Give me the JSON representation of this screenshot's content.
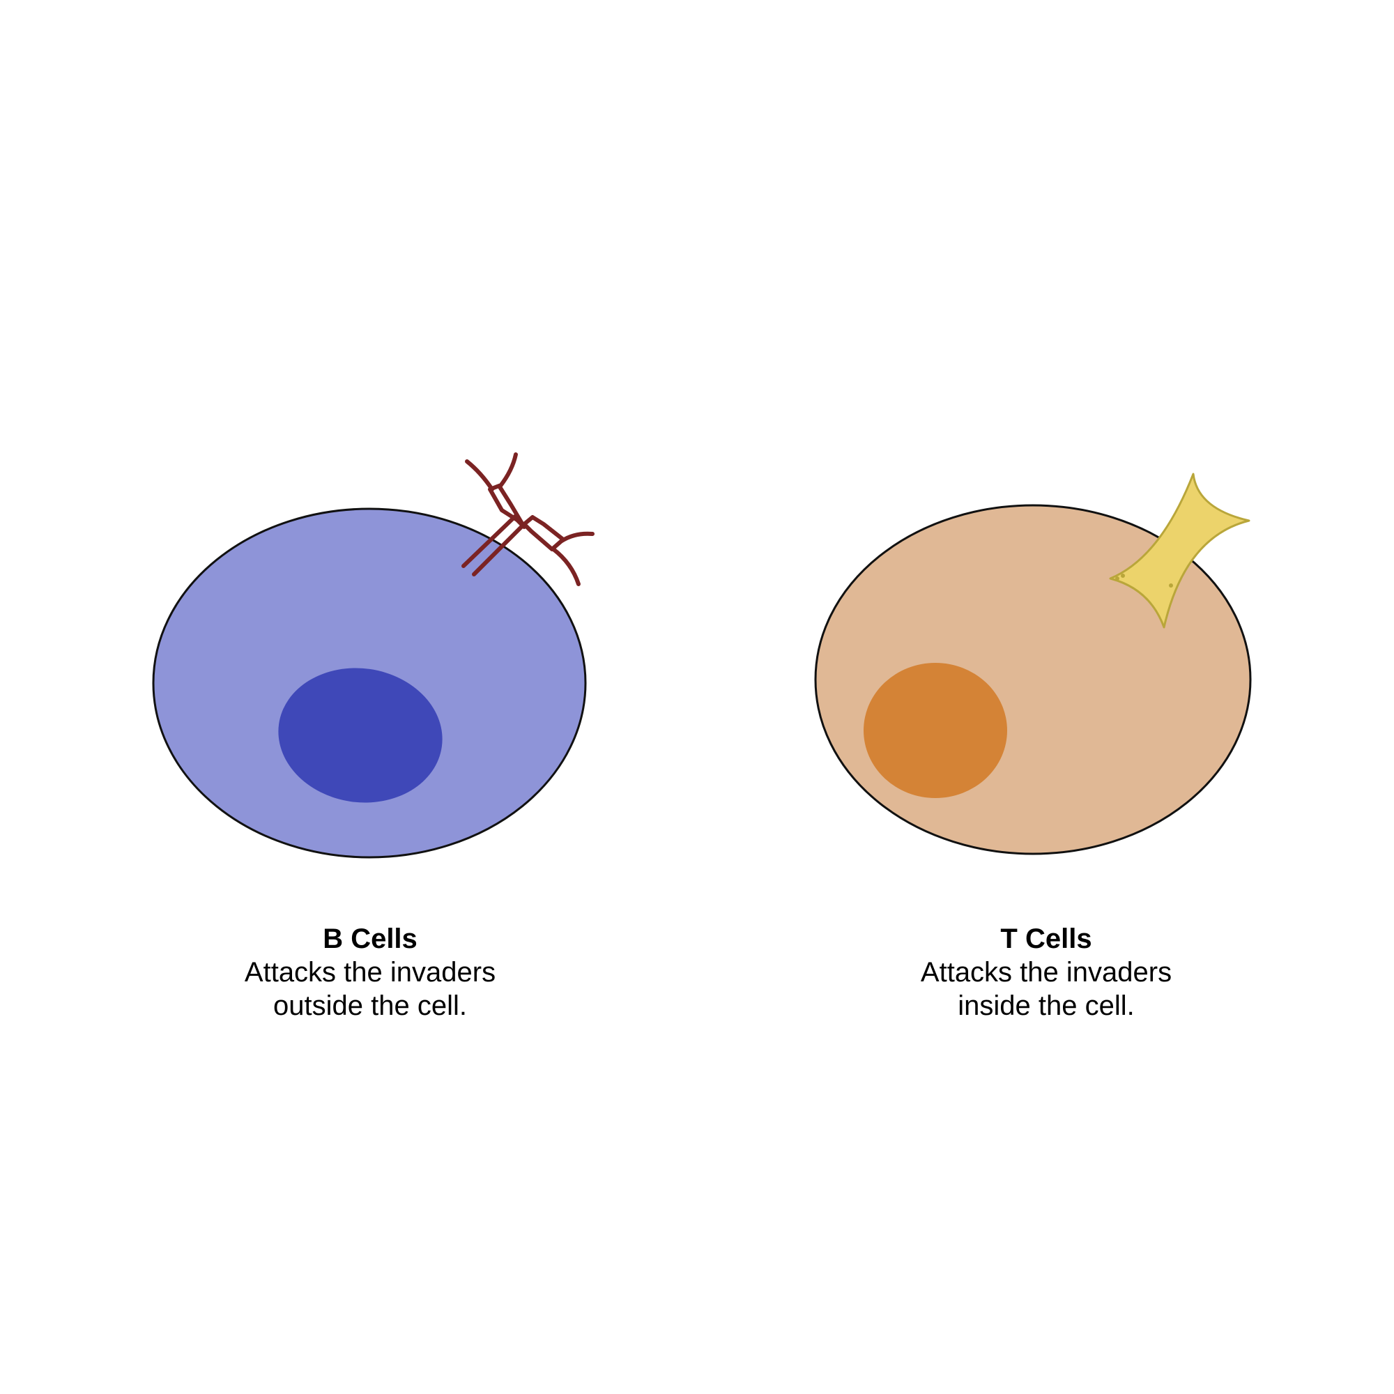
{
  "b_cell": {
    "title": "B Cells",
    "description_line1": "Attacks the invaders",
    "description_line2": "outside the cell.",
    "colors": {
      "cytoplasm": "#8e94d8",
      "nucleus": "#3f48b8",
      "antibody": "#7b2323",
      "membrane": "#111111"
    },
    "attached_icon": "antibody-icon"
  },
  "t_cell": {
    "title": "T Cells",
    "description_line1": "Attacks the invaders",
    "description_line2": "inside the cell.",
    "colors": {
      "cytoplasm": "#e0b895",
      "nucleus": "#d48336",
      "antigen": "#ecd36b",
      "antigen_outline": "#b9a63a",
      "membrane": "#111111"
    },
    "attached_icon": "antigen-icon"
  }
}
